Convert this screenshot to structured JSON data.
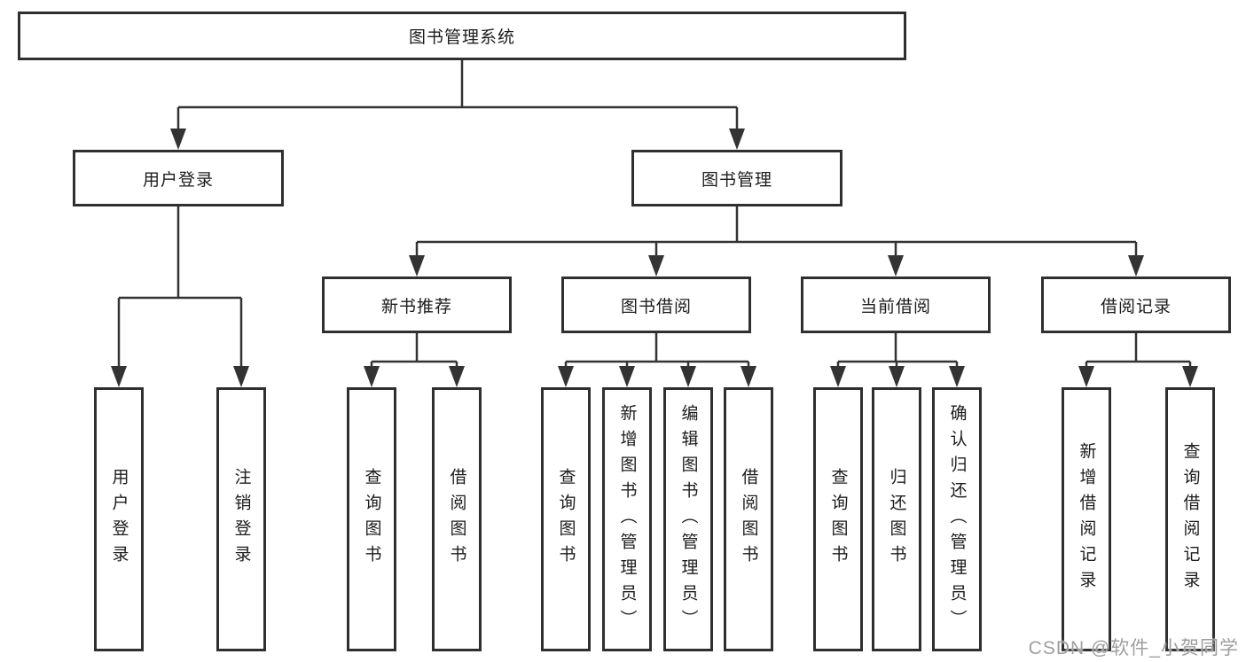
{
  "diagram": {
    "title": "图书管理系统",
    "tree": {
      "root": {
        "label": "图书管理系统",
        "children": [
          {
            "label": "用户登录",
            "children": [
              {
                "label": "用户登录"
              },
              {
                "label": "注销登录"
              }
            ]
          },
          {
            "label": "图书管理",
            "children": [
              {
                "label": "新书推荐",
                "children": [
                  {
                    "label": "查询图书"
                  },
                  {
                    "label": "借阅图书"
                  }
                ]
              },
              {
                "label": "图书借阅",
                "children": [
                  {
                    "label": "查询图书"
                  },
                  {
                    "label": "新增图书（管理员）"
                  },
                  {
                    "label": "编辑图书（管理员）"
                  },
                  {
                    "label": "借阅图书"
                  }
                ]
              },
              {
                "label": "当前借阅",
                "children": [
                  {
                    "label": "查询图书"
                  },
                  {
                    "label": "归还图书"
                  },
                  {
                    "label": "确认归还（管理员）"
                  }
                ]
              },
              {
                "label": "借阅记录",
                "children": [
                  {
                    "label": "新增借阅记录"
                  },
                  {
                    "label": "查询借阅记录"
                  }
                ]
              }
            ]
          }
        ]
      }
    }
  },
  "watermark": "CSDN @软件_小贺同学",
  "colors": {
    "line": "#333333",
    "border": "#2f2f2f",
    "text": "#1c1c1c",
    "background": "#ffffff",
    "watermark": "#9e9e9e"
  }
}
